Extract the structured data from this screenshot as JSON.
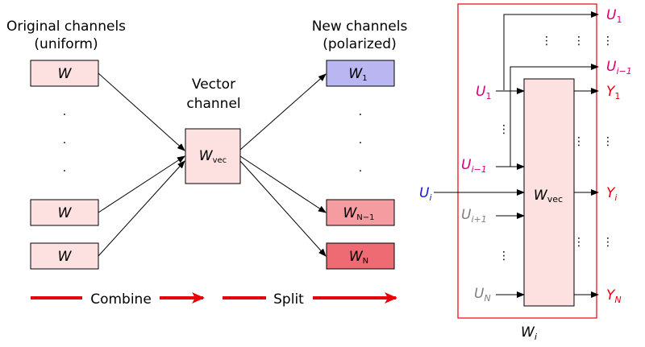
{
  "left": {
    "original_line1": "Original channels",
    "original_line2": "(uniform)",
    "vector_line1": "Vector",
    "vector_line2": "channel",
    "new_line1": "New channels",
    "new_line2": "(polarized)",
    "w": "W",
    "w_vec_base": "W",
    "w_vec_sub": "vec",
    "w1_base": "W",
    "w1_sub": "1",
    "wn1_base": "W",
    "wn1_sub": "N−1",
    "wn_base": "W",
    "wn_sub": "N",
    "combine": "Combine",
    "split": "Split",
    "dot": "."
  },
  "right": {
    "u_base": "U",
    "y_base": "Y",
    "w_base": "W",
    "sub_1": "1",
    "sub_i_minus_1": "i−1",
    "sub_i": "i",
    "sub_i_plus_1": "i+1",
    "sub_n": "N",
    "w_vec_sub": "vec",
    "vdots": "⋮"
  },
  "colors": {
    "box_uniform": "#fde0e0",
    "box_w1": "#b9b6f2",
    "box_wn1": "#f49ca0",
    "box_wn": "#ee6b73",
    "box_vec": "#fde0e0",
    "frame_red": "#e8000b",
    "arrow_red": "#e8000b",
    "magenta": "#d6007a",
    "blue": "#1b1bd6",
    "gray": "#808080",
    "red_output": "#e8000b"
  }
}
